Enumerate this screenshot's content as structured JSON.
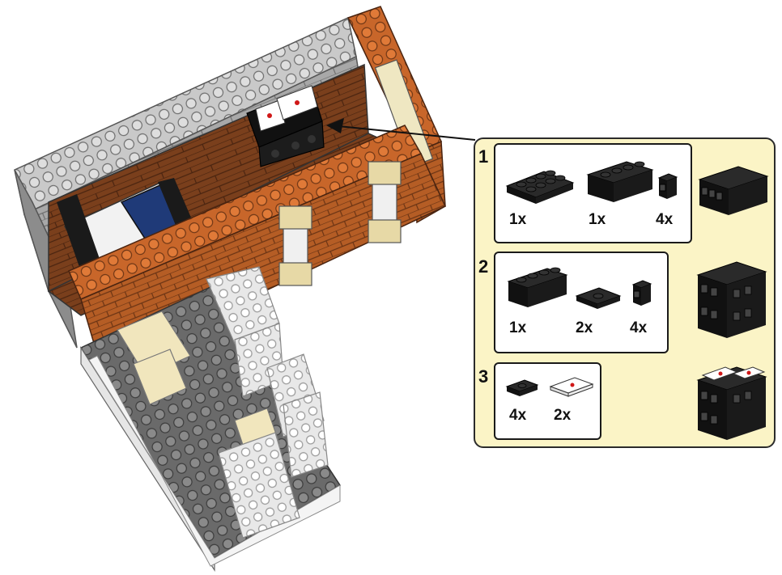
{
  "steps": [
    {
      "number": "1",
      "parts": [
        {
          "qty": "1x",
          "part": "plate-2x4-black"
        },
        {
          "qty": "1x",
          "part": "brick-1x4-black"
        },
        {
          "qty": "4x",
          "part": "brick-1x1-headlight-black"
        }
      ]
    },
    {
      "number": "2",
      "parts": [
        {
          "qty": "1x",
          "part": "brick-1x4-black"
        },
        {
          "qty": "2x",
          "part": "plate-2x2-jumper-black"
        },
        {
          "qty": "4x",
          "part": "brick-1x1-headlight-black"
        }
      ]
    },
    {
      "number": "3",
      "parts": [
        {
          "qty": "4x",
          "part": "plate-1x2-jumper-black"
        },
        {
          "qty": "2x",
          "part": "tile-1x2-letter-print"
        }
      ]
    }
  ],
  "colors": {
    "panel_bg": "#fbf4c6",
    "black_brick": "#1c1c1c",
    "brick_orange": "#c8662a",
    "brick_brown": "#7a3f1c",
    "grey_wall": "#9a9a9a",
    "blue_bed": "#1f3a78"
  }
}
